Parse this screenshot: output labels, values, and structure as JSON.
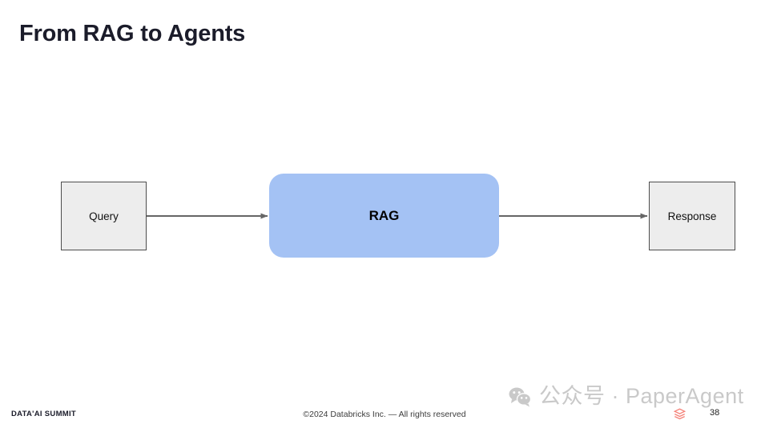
{
  "slide": {
    "title": "From RAG to Agents",
    "number": "38",
    "background_color": "#ffffff"
  },
  "diagram": {
    "type": "flow",
    "nodes": [
      {
        "id": "query",
        "label": "Query",
        "shape": "rectangle",
        "fill": "#ededed",
        "border": "#4d4d4d",
        "text_color": "#111111"
      },
      {
        "id": "rag",
        "label": "RAG",
        "shape": "rounded-rectangle",
        "fill": "#a4c2f4",
        "border": "none",
        "text_color": "#000000"
      },
      {
        "id": "response",
        "label": "Response",
        "shape": "rectangle",
        "fill": "#ededed",
        "border": "#4d4d4d",
        "text_color": "#111111"
      }
    ],
    "edges": [
      {
        "from": "query",
        "to": "rag",
        "label": "",
        "color": "#666666",
        "arrowhead": "filled-triangle"
      },
      {
        "from": "rag",
        "to": "response",
        "label": "",
        "color": "#666666",
        "arrowhead": "filled-triangle"
      }
    ]
  },
  "footer": {
    "summit_logo_text": "DATA'AI SUMMIT",
    "copyright": "©2024 Databricks Inc. — All rights reserved",
    "databricks_logo_color": "#f5837a"
  },
  "watermark": {
    "icon": "wechat-icon",
    "text": "公众号 · PaperAgent",
    "color": "#c9c9c9"
  }
}
